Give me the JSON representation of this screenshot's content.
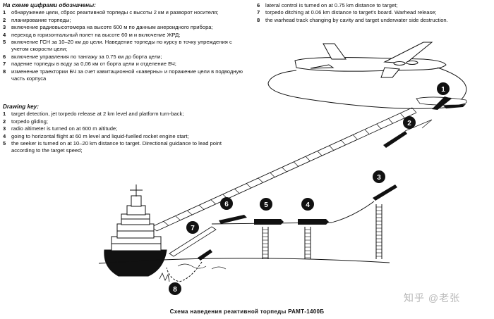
{
  "legend_ru": {
    "header": "На схеме цифрами обозначены:",
    "items": [
      {
        "num": "1",
        "text": "обнаружение цели, сброс реактивной торпеды с высоты 2 км и разворот носителя;"
      },
      {
        "num": "2",
        "text": "планирование торпеды;"
      },
      {
        "num": "3",
        "text": "включение радиовысотомера на высоте 600 м по данным анероидного прибора;"
      },
      {
        "num": "4",
        "text": "переход в горизонтальный полет на высоте 60 м и включение ЖРД;"
      },
      {
        "num": "5",
        "text": "включение ГСН за 10–20 км до цели. Наведение торпеды по курсу в точку упреждения с учетом скорости цели;"
      },
      {
        "num": "6",
        "text": "включение управления по тангажу за 0.75 км до борта цели;"
      },
      {
        "num": "7",
        "text": "падение торпеды в воду за 0,06 км от борта цели и отделение БЧ;"
      },
      {
        "num": "8",
        "text": "изменение траектории БЧ за счет кавитационной «каверны» и поражение цели в подводную часть корпуса"
      }
    ]
  },
  "drawing_key": {
    "header": "Drawing key:",
    "items": [
      {
        "num": "1",
        "text": "target detection, jet torpedo release at 2 km level and platform turn-back;"
      },
      {
        "num": "2",
        "text": "torpedo gliding;"
      },
      {
        "num": "3",
        "text": "radio altimeter is turned on at 600 m altitude;"
      },
      {
        "num": "4",
        "text": "going to horizontal flight at 60 m level and liquid-fuelled rocket engine start;"
      },
      {
        "num": "5",
        "text": "the seeker is turned on at 10–20 km distance to target. Directional guidance to lead point according to the target speed;"
      }
    ]
  },
  "drawing_key_cont": {
    "items": [
      {
        "num": "6",
        "text": "lateral control is turned on at 0.75 km distance to target;"
      },
      {
        "num": "7",
        "text": "torpedo ditching at 0.06 km distance to target's board. Warhead release;"
      },
      {
        "num": "8",
        "text": "the warhead track changing by cavity and target underwater side destruction."
      }
    ]
  },
  "markers": [
    "1",
    "2",
    "3",
    "4",
    "5",
    "6",
    "7",
    "8"
  ],
  "caption": "Схема наведения реактивной торпеды РАМТ-1400Б",
  "watermark": "知乎 @老张"
}
